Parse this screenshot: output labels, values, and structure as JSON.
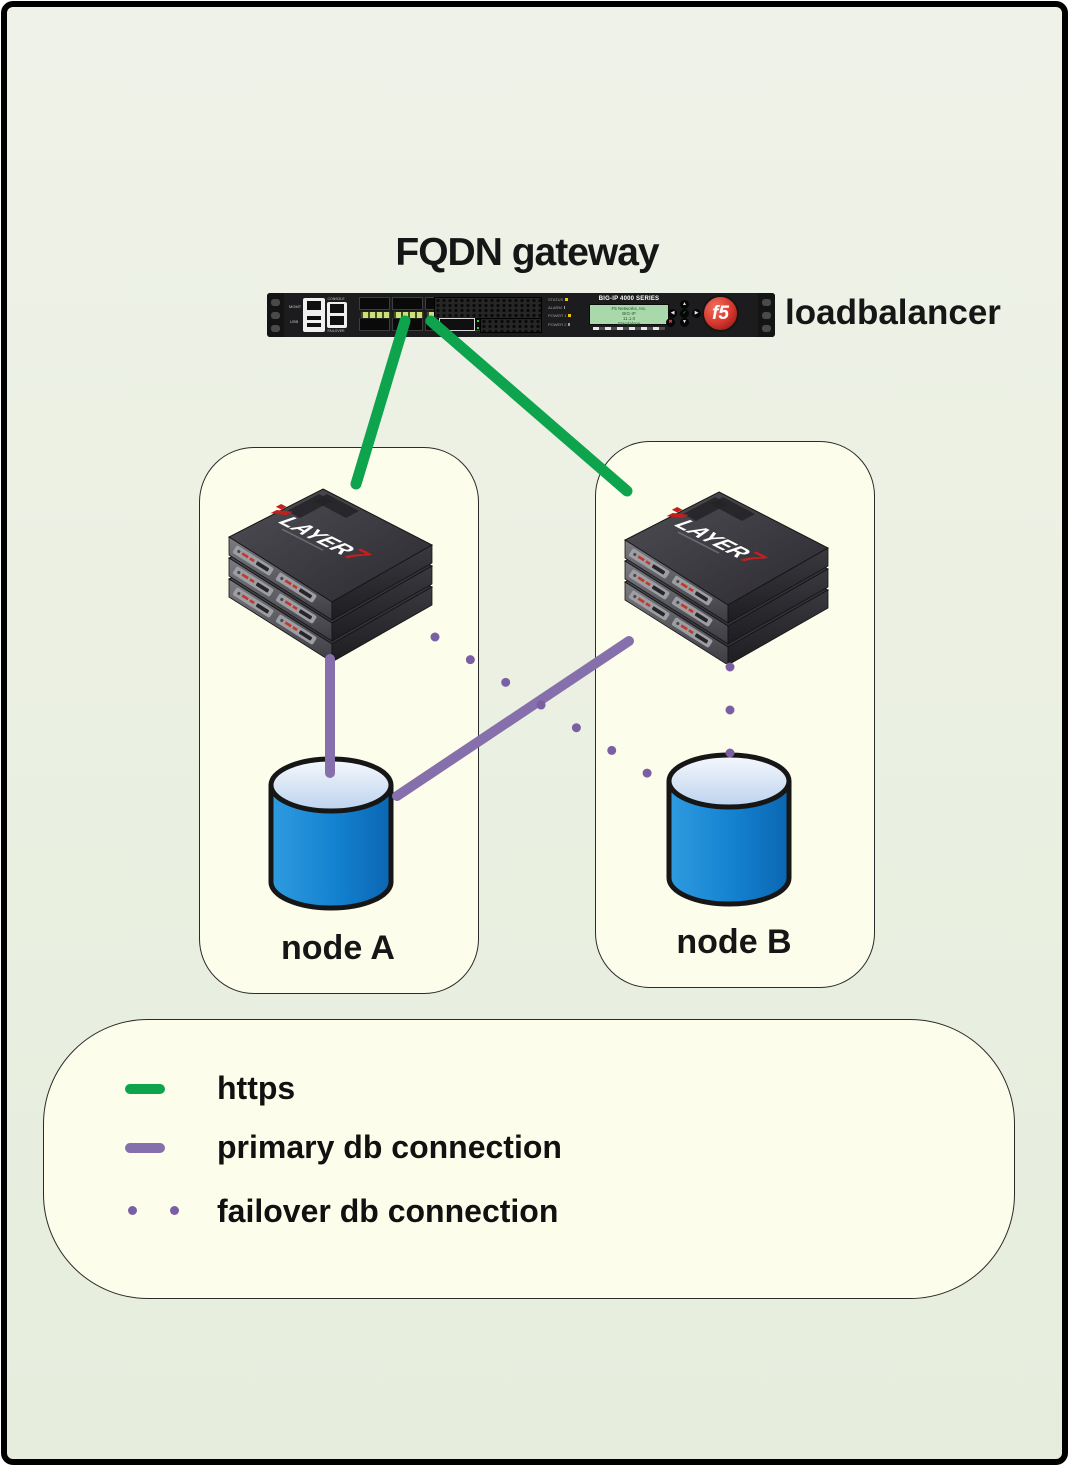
{
  "title": "FQDN gateway",
  "loadbalancer": {
    "label": "loadbalancer",
    "model": "BIG-IP 4000 SERIES",
    "lcd_lines": [
      "F5 Networks, Inc.",
      "BIG-IP",
      "11.1.0",
      "Standalone"
    ],
    "ports": {
      "mgmt": "MGMT",
      "usb": "USB",
      "console": "CONSOLE",
      "failover": "FAILOVER"
    },
    "leds": [
      "STATUS",
      "ALARM",
      "POWER 1",
      "POWER 2"
    ],
    "logo": "f5"
  },
  "servers": {
    "brand": "LAYER",
    "brand_accent": "7"
  },
  "nodes": [
    {
      "label": "node A"
    },
    {
      "label": "node B"
    }
  ],
  "legend": [
    {
      "label": "https",
      "style": "solid",
      "color": "#0ea44e"
    },
    {
      "label": "primary db connection",
      "style": "solid",
      "color": "#8570ac"
    },
    {
      "label": "failover db connection",
      "style": "dotted",
      "color": "#7a5fa3"
    }
  ]
}
